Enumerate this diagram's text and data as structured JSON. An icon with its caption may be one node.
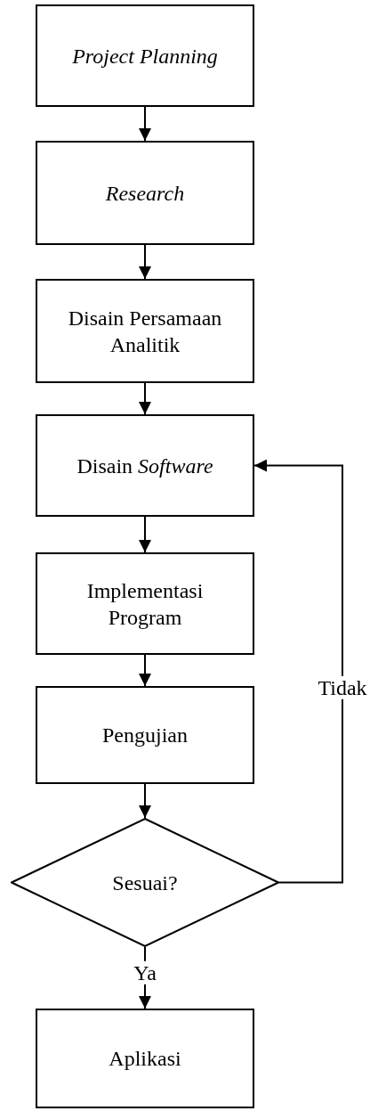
{
  "diagram": {
    "nodes": [
      {
        "text": [
          "Project Planning"
        ]
      },
      {
        "text": [
          "Research"
        ]
      },
      {
        "text": [
          "Disain Persamaan Analitik"
        ]
      },
      {
        "text": [
          "Disain *Software*"
        ]
      },
      {
        "text": [
          "Implementasi Program"
        ]
      },
      {
        "text": [
          "Pengujian"
        ]
      },
      {
        "text": [
          "Sesuai?"
        ]
      },
      {
        "text": [
          "Aplikasi"
        ]
      }
    ],
    "edges": [
      {
        "from": 0,
        "to": 1,
        "arrow": "to"
      },
      {
        "from": 1,
        "to": 2,
        "arrow": "to"
      },
      {
        "from": 2,
        "to": 3,
        "arrow": "to"
      },
      {
        "from": 3,
        "to": 4,
        "arrow": "to"
      },
      {
        "from": 4,
        "to": 5,
        "arrow": "to"
      },
      {
        "from": 5,
        "to": 6,
        "arrow": "to"
      },
      {
        "from": 6,
        "to": 7,
        "arrow": "to",
        "label": "Ya"
      },
      {
        "from": 6,
        "to": 3,
        "arrow": "to",
        "label": "Tidak"
      }
    ]
  }
}
